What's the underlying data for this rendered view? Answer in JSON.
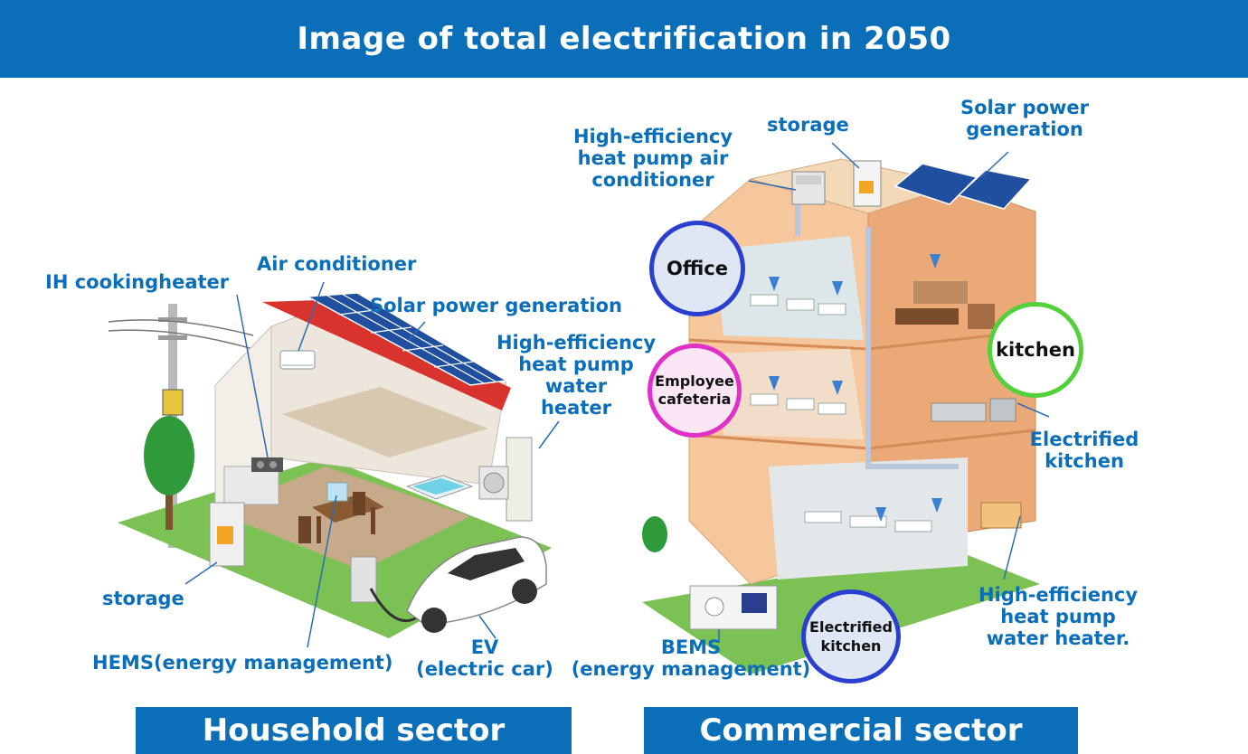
{
  "title": "Image of total electrification in 2050",
  "household": {
    "sector_label": "Household sector",
    "labels": {
      "ih": "IH cookingheater",
      "aircon": "Air conditioner",
      "solar": "Solar power generation",
      "hp_line1": "High-efficiency",
      "hp_line2": "heat pump",
      "hp_line3": "water",
      "hp_line4": "heater",
      "storage": "storage",
      "hems": "HEMS(energy management)",
      "ev_line1": "EV",
      "ev_line2": "(electric  car)"
    }
  },
  "commercial": {
    "sector_label": "Commercial sector",
    "labels": {
      "hpac_line1": "High-efficiency",
      "hpac_line2": "heat pump air",
      "hpac_line3": "conditioner",
      "storage": "storage",
      "solar_line1": "Solar power",
      "solar_line2": "generation",
      "elec_kitchen_line1": "Electrified",
      "elec_kitchen_line2": "kitchen",
      "hpwh_line1": "High-efficiency",
      "hpwh_line2": "heat pump",
      "hpwh_line3": "water heater.",
      "bems_line1": "BEMS",
      "bems_line2": "(energy management)"
    },
    "circles": {
      "office": "Office",
      "cafeteria_line1": "Employee",
      "cafeteria_line2": "cafeteria",
      "kitchen": "kitchen",
      "ek_line1": "Electrified",
      "ek_line2": "kitchen"
    }
  },
  "colors": {
    "brand_blue": "#0a6fb8",
    "ground_green": "#7cc153",
    "roof_red": "#d8332c",
    "panel_blue": "#1f4f9e",
    "office_ring": "#2a3fd0",
    "cafeteria_ring": "#e030c8",
    "kitchen_ring": "#52d13a"
  }
}
